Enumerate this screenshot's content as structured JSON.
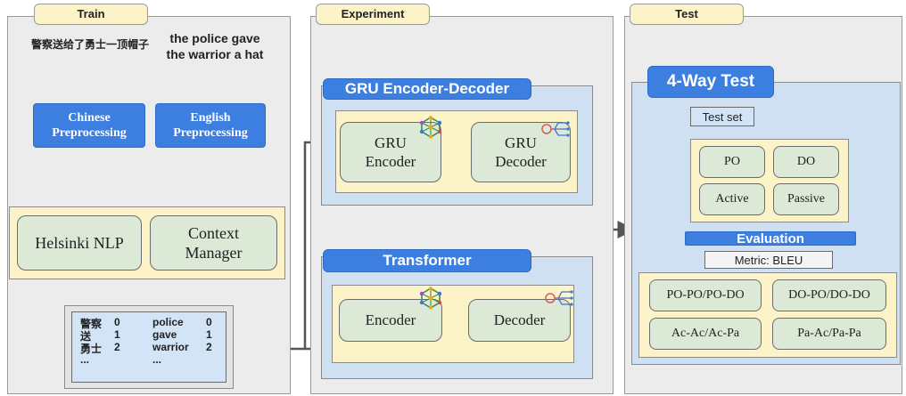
{
  "train": {
    "tab": "Train",
    "chinese_sentence": "警察送给了勇士一顶帽子",
    "english_sentence_line1": "the police gave",
    "english_sentence_line2": "the warrior a hat",
    "chinese_pre_line1": "Chinese",
    "chinese_pre_line2": "Preprocessing",
    "english_pre_line1": "English",
    "english_pre_line2": "Preprocessing",
    "helsinki": "Helsinki NLP",
    "context_line1": "Context",
    "context_line2": "Manager",
    "vocab_zh": [
      {
        "token": "警察",
        "id": "0"
      },
      {
        "token": "送",
        "id": "1"
      },
      {
        "token": "勇士",
        "id": "2"
      },
      {
        "token": "...",
        "id": ""
      }
    ],
    "vocab_en": [
      {
        "token": "police",
        "id": "0"
      },
      {
        "token": "gave",
        "id": "1"
      },
      {
        "token": "warrior",
        "id": "2"
      },
      {
        "token": "...",
        "id": ""
      }
    ]
  },
  "experiment": {
    "tab": "Experiment",
    "gru_title": "GRU Encoder-Decoder",
    "gru_encoder_line1": "GRU",
    "gru_encoder_line2": "Encoder",
    "gru_decoder_line1": "GRU",
    "gru_decoder_line2": "Decoder",
    "transformer_title": "Transformer",
    "encoder": "Encoder",
    "decoder": "Decoder"
  },
  "test": {
    "tab": "Test",
    "title": "4-Way Test",
    "test_set": "Test set",
    "po": "PO",
    "do": "DO",
    "active": "Active",
    "passive": "Passive",
    "evaluation": "Evaluation",
    "metric": "Metric: BLEU",
    "r1": "PO-PO/PO-DO",
    "r2": "DO-PO/DO-DO",
    "r3": "Ac-Ac/Ac-Pa",
    "r4": "Pa-Ac/Pa-Pa"
  },
  "colors": {
    "panel": "#ececec",
    "cream": "#fdf3c8",
    "blue": "#3d7fe0",
    "lightblue": "#cfe0f3",
    "green": "#dbe9d6",
    "arrow": "#555555"
  },
  "icons": [
    "network-icon",
    "circuit-icon"
  ]
}
